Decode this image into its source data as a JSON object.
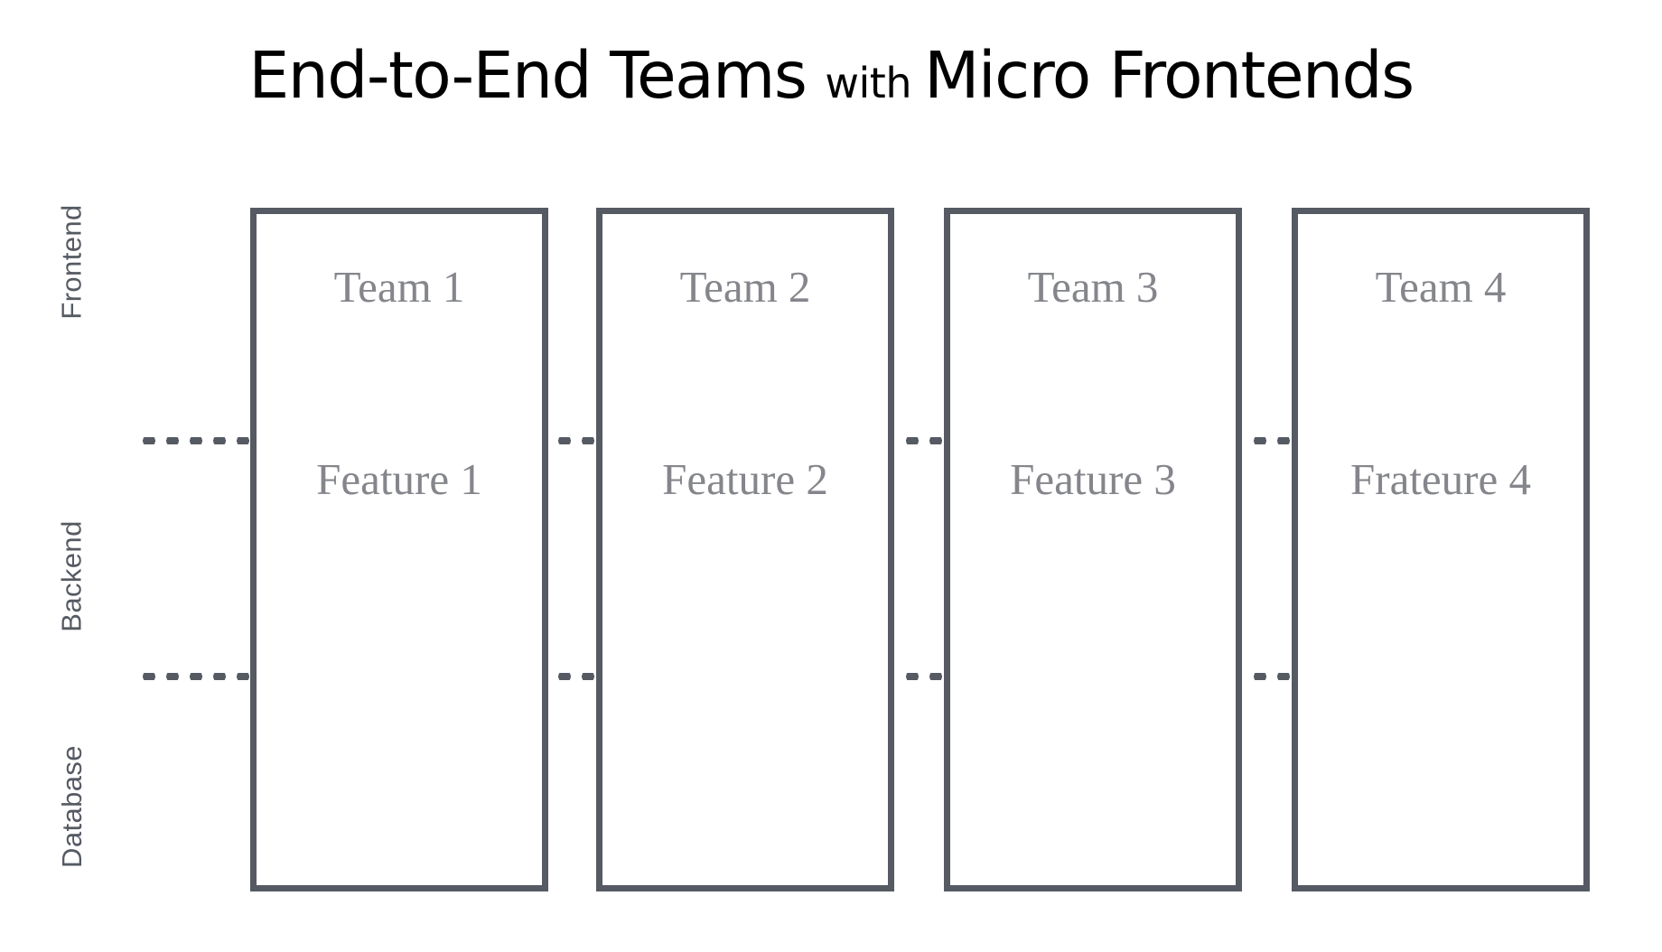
{
  "title": {
    "part1": "End-to-End Teams ",
    "part2": "with ",
    "part3": "Micro Frontends",
    "full": "End-to-End Teams with Micro Frontends"
  },
  "colors": {
    "border": "#555a63",
    "box_text": "#84868b",
    "row_label": "#555a63",
    "title": "#000000",
    "background": "#ffffff"
  },
  "layers": [
    {
      "label": "Frontend"
    },
    {
      "label": "Backend"
    },
    {
      "label": "Database"
    }
  ],
  "columns": [
    {
      "team": "Team 1",
      "feature": "Feature 1"
    },
    {
      "team": "Team 2",
      "feature": "Feature 2"
    },
    {
      "team": "Team 3",
      "feature": "Feature 3"
    },
    {
      "team": "Team 4",
      "feature": "Frateure 4"
    }
  ]
}
